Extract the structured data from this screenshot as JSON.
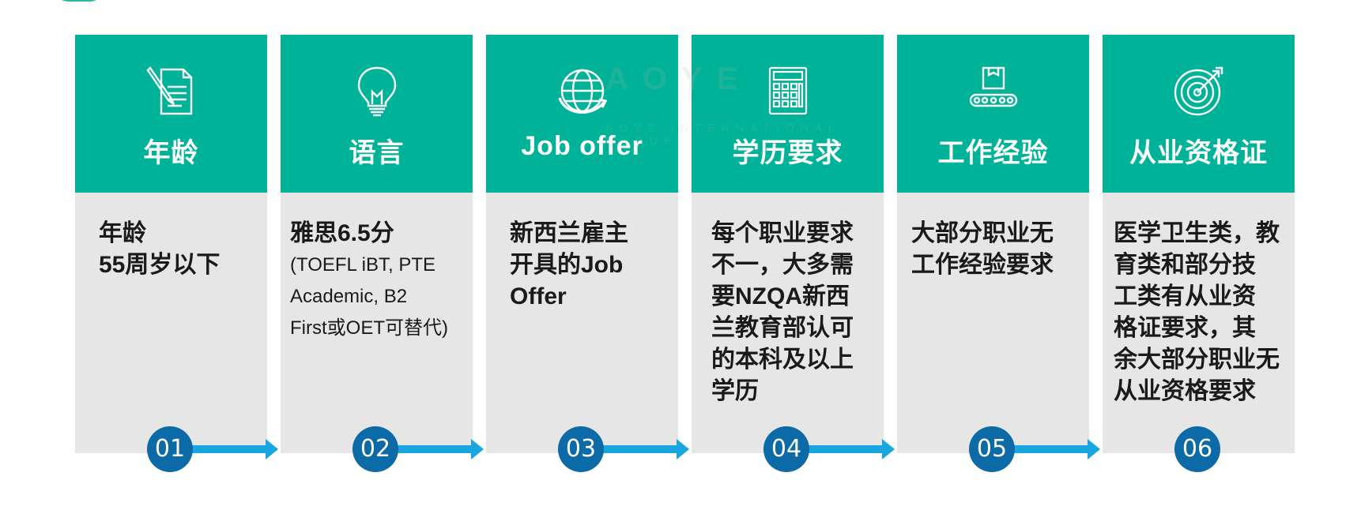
{
  "colors": {
    "header_green": "#00b398",
    "body_gray": "#e6e6e6",
    "number_blue": "#0c6aa6",
    "arrow_blue": "#19a6e0"
  },
  "watermark": {
    "text": "AOYE",
    "subtitle": "AOYE INTERNATIONAL GROUP"
  },
  "cards": [
    {
      "icon": "document-pen-icon",
      "title": "年龄",
      "lines": [
        "年龄",
        "55周岁以下"
      ],
      "number": "01"
    },
    {
      "icon": "lightbulb-icon",
      "title": "语言",
      "lines": [
        "雅思6.5分"
      ],
      "small_lines": [
        "(TOEFL iBT, PTE",
        "Academic, B2",
        "First或OET可替代)"
      ],
      "number": "02"
    },
    {
      "icon": "globe-arrow-icon",
      "title": "Job offer",
      "lines": [
        "新西兰雇主",
        "开具的Job",
        "Offer"
      ],
      "number": "03"
    },
    {
      "icon": "calculator-icon",
      "title": "学历要求",
      "lines": [
        "每个职业要求",
        "不一，大多需",
        "要NZQA新西",
        "兰教育部认可",
        "的本科及以上",
        "学历"
      ],
      "number": "04"
    },
    {
      "icon": "conveyor-box-icon",
      "title": "工作经验",
      "lines": [
        "大部分职业无",
        "工作经验要求"
      ],
      "number": "05"
    },
    {
      "icon": "target-arrow-icon",
      "title": "从业资格证",
      "lines": [
        "医学卫生类，教",
        "育类和部分技",
        "工类有从业资",
        "格证要求，其",
        "余大部分职业无",
        "从业资格要求"
      ],
      "number": "06"
    }
  ]
}
